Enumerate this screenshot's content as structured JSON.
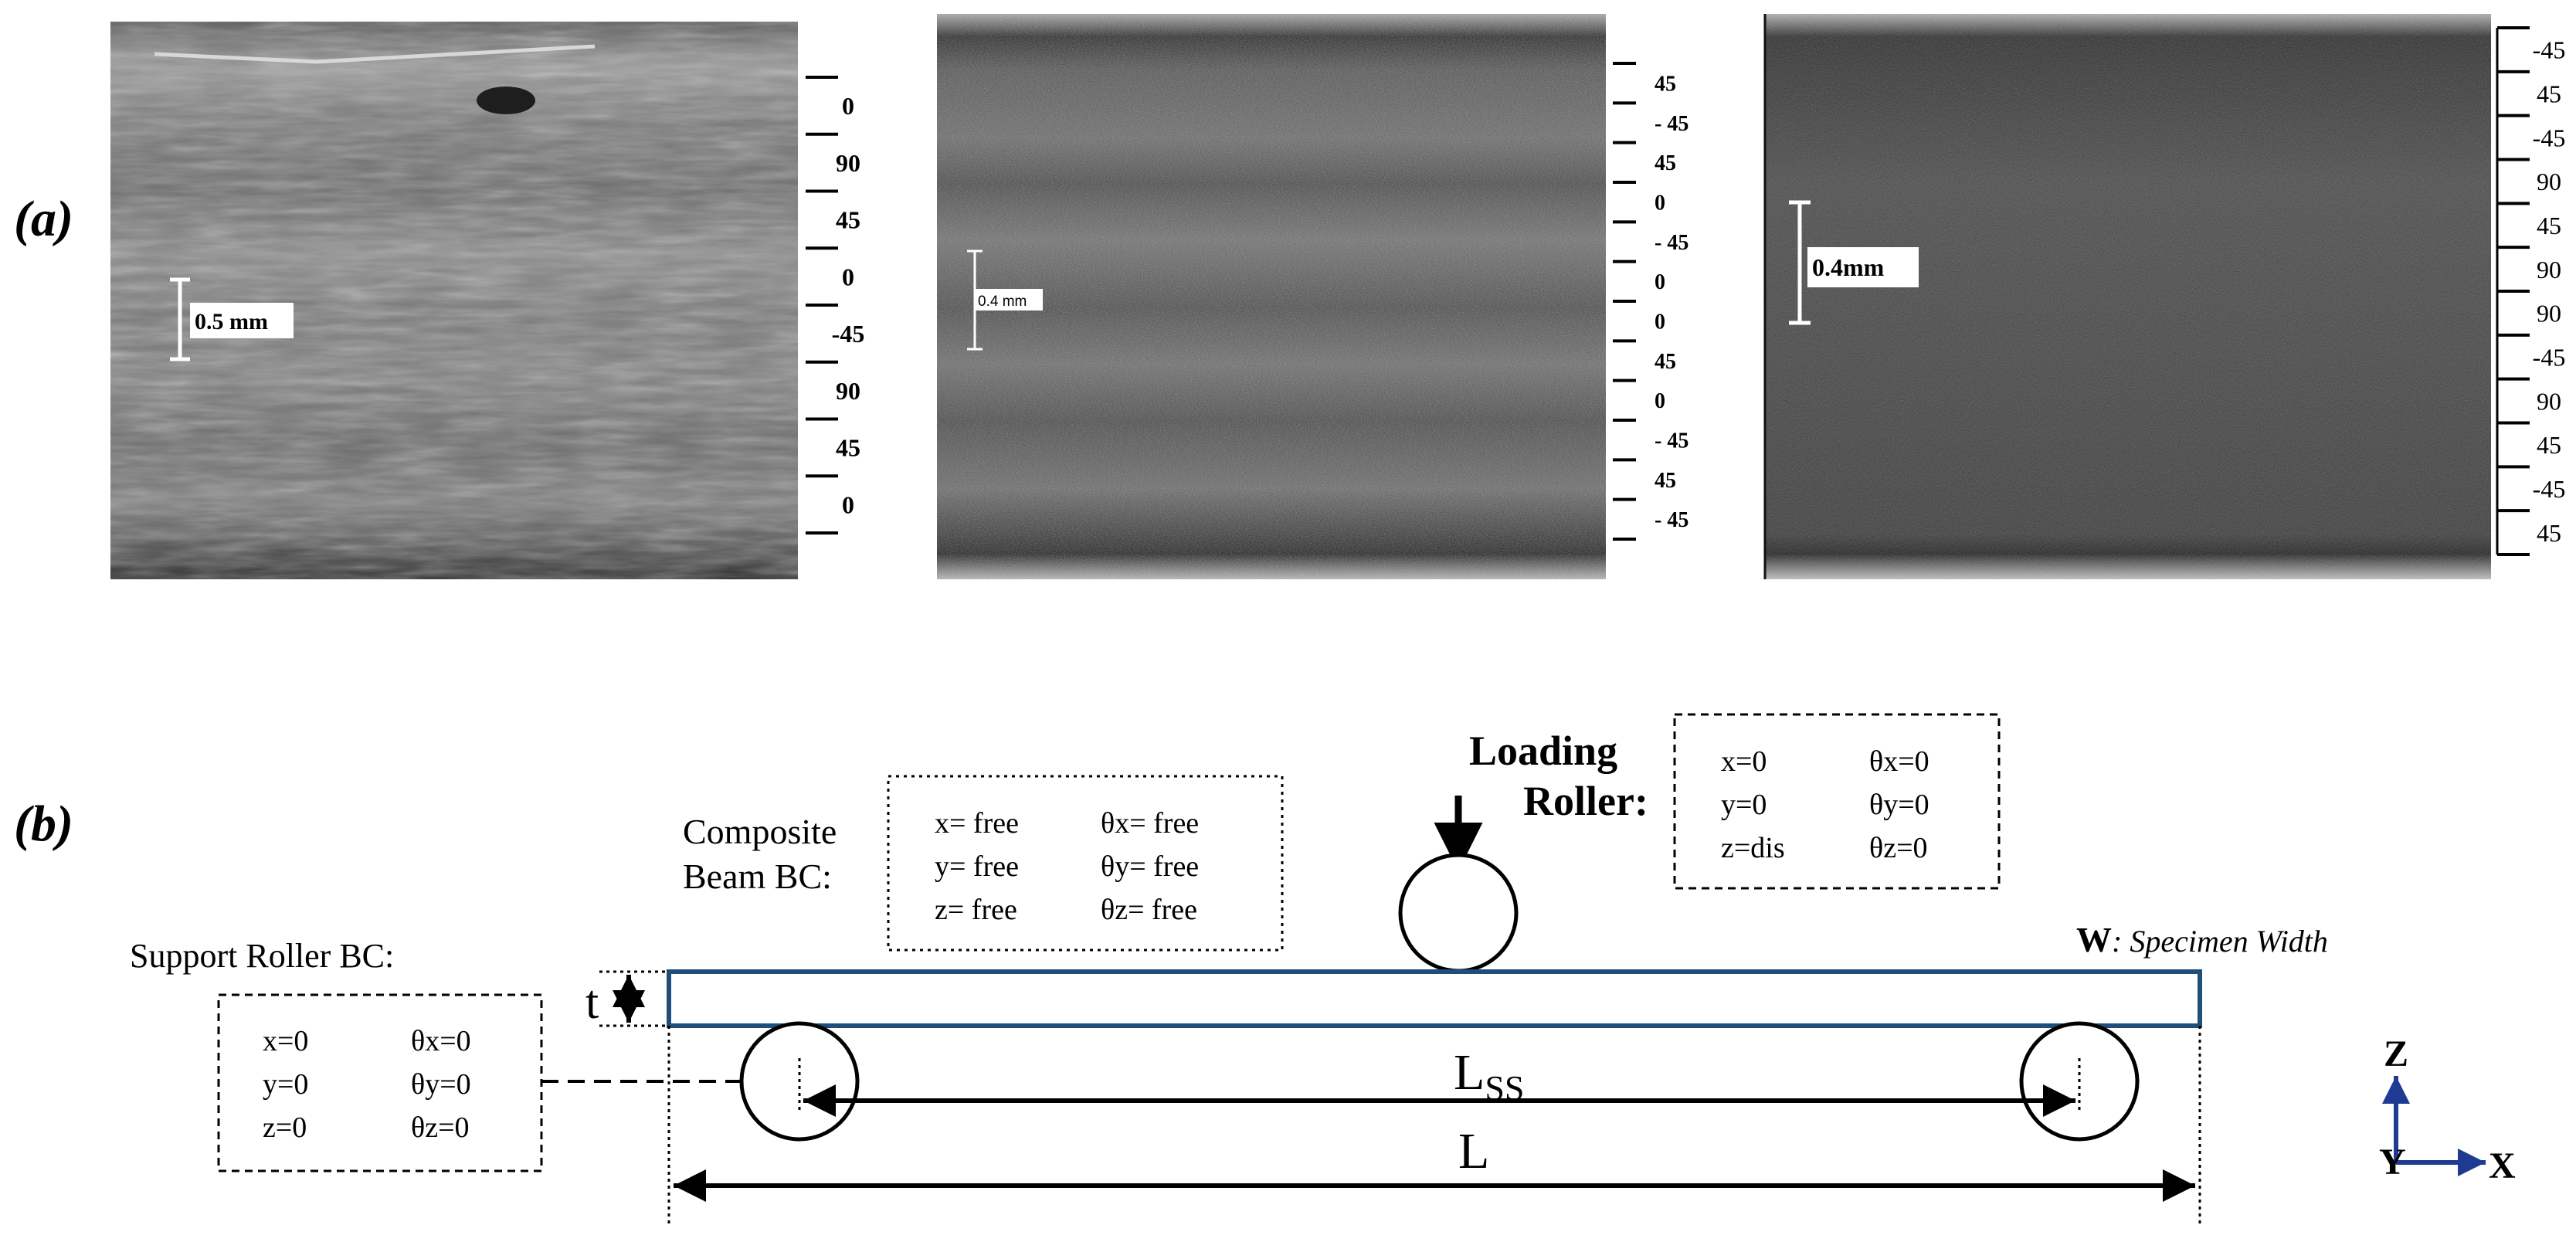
{
  "panel_labels": {
    "a": "(a)",
    "b": "(b)"
  },
  "micrographs": [
    {
      "scale_bar": "0.5 mm",
      "layers": [
        "0",
        "90",
        "45",
        "0",
        "-45",
        "90",
        "45",
        "0"
      ]
    },
    {
      "scale_bar": "0.4 mm",
      "layers": [
        "45",
        "- 45",
        "45",
        "0",
        "- 45",
        "0",
        "0",
        "45",
        "0",
        "- 45",
        "45",
        "- 45"
      ]
    },
    {
      "scale_bar": "0.4mm",
      "layers": [
        "-45",
        "45",
        "-45",
        "90",
        "45",
        "90",
        "90",
        "-45",
        "90",
        "45",
        "-45",
        "45"
      ]
    }
  ],
  "setup": {
    "support_roller": {
      "title": "Support Roller BC:",
      "rows": [
        [
          "x=0",
          "θx=0"
        ],
        [
          "y=0",
          "θy=0"
        ],
        [
          "z=0",
          "θz=0"
        ]
      ]
    },
    "composite_beam": {
      "title_line1": "Composite",
      "title_line2": "Beam BC:",
      "rows": [
        [
          "x= free",
          "θx= free"
        ],
        [
          "y= free",
          "θy= free"
        ],
        [
          "z= free",
          "θz= free"
        ]
      ]
    },
    "loading_roller": {
      "title_line1": "Loading",
      "title_line2": "Roller:",
      "rows": [
        [
          "x=0",
          "θx=0"
        ],
        [
          "y=0",
          "θy=0"
        ],
        [
          "z=dis",
          "θz=0"
        ]
      ]
    },
    "width_symbol": "W",
    "width_label": ": Specimen Width",
    "thickness_symbol": "t",
    "span_symbol": "L",
    "span_subscript": "SS",
    "length_symbol": "L",
    "axes": {
      "z": "Z",
      "y": "Y",
      "x": "X"
    }
  },
  "colors": {
    "beam_outline": "#1f4e79",
    "axis_arrow": "#1f3a93",
    "micrograph_dark": "#404040",
    "micrograph_light": "#8a8a8a"
  }
}
